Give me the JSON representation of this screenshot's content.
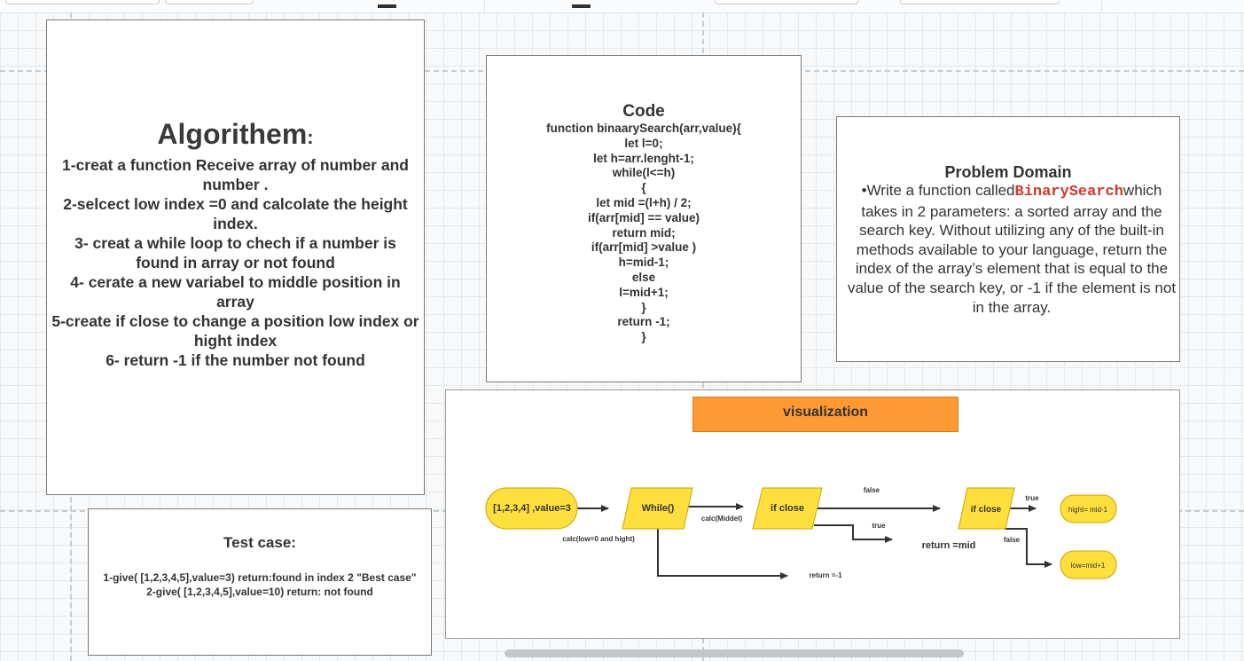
{
  "algorithm": {
    "title": "Algorithem",
    "colon": ":",
    "steps": [
      "1-creat a function Receive array of number and number .",
      "2-selcect low index =0 and calcolate the height index.",
      "3- creat a while loop to chech if a number is found in array or not found",
      "4- cerate a new variabel to middle position in array",
      "5-create if close to change a position low index or hight index",
      "6- return -1 if the number not found"
    ]
  },
  "code": {
    "title": "Code",
    "lines": [
      "function binaarySearch(arr,value){",
      "let l=0;",
      "let h=arr.lenght-1;",
      "while(l<=h)",
      "{",
      "let mid =(l+h) / 2;",
      "if(arr[mid] == value)",
      "return mid;",
      "if(arr[mid] >value )",
      "h=mid-1;",
      "else",
      "l=mid+1;",
      "}",
      "return -1;",
      "}"
    ]
  },
  "problem_domain": {
    "title": "Problem Domain",
    "bullet": "•",
    "text_before": "Write a function called",
    "code_word": "BinarySearch",
    "text_after": "which takes in 2 parameters: a sorted array and the search key. Without utilizing any of the built-in methods available to your language, return the index of the array’s element that is equal to the value of the search key, or -1 if the element is not in the array."
  },
  "test_case": {
    "title": "Test case:",
    "lines": [
      "1-give( [1,2,3,4,5],value=3) return:found in index 2 \"Best case\"",
      "2-give( [1,2,3,4,5],value=10) return: not found"
    ]
  },
  "visualization": {
    "title": "visualization",
    "colors": {
      "shape_fill": "#ffdf3d",
      "shape_stroke": "#c9a600",
      "arrow": "#333333",
      "banner": "#ff9933"
    },
    "nodes": {
      "input": "[1,2,3,4] ,value=3",
      "while": "While()",
      "if1": "if close",
      "if2": "if close",
      "hight": "hight= mid-1",
      "low": "low=mid+1",
      "return_mid": "return =mid",
      "return_neg": "return =-1"
    },
    "edge_labels": {
      "calc_low": "calc(low=0 and hight)",
      "calc_mid": "calc(Middel)",
      "false1": "false",
      "true1": "true",
      "true2": "true",
      "false2": "false"
    }
  }
}
